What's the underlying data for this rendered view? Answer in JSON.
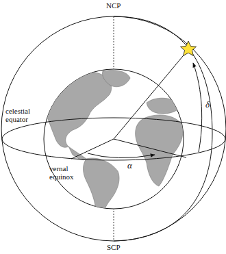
{
  "diagram": {
    "labels": [
      "NCP",
      "celestial equator",
      "δ",
      "α",
      "vernal equinox",
      "SCP"
    ]
  }
}
